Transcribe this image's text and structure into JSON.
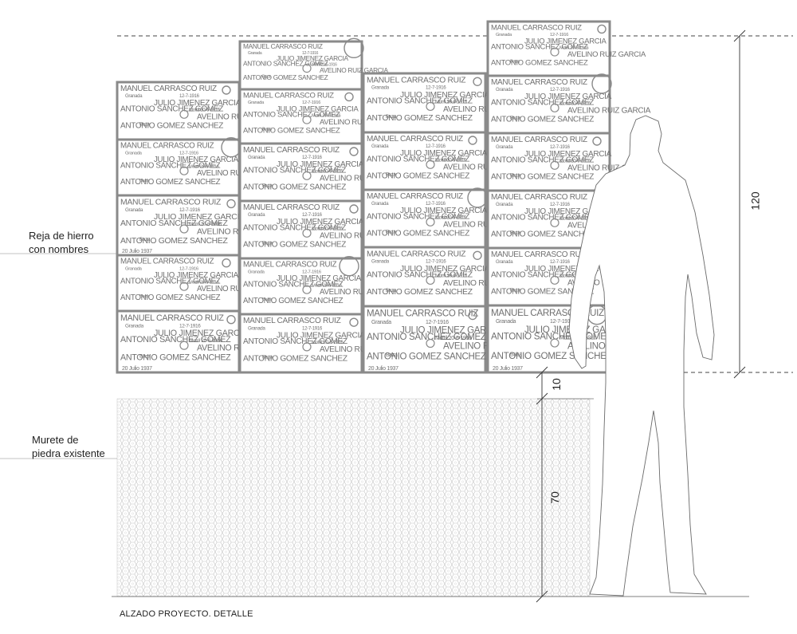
{
  "labels": {
    "grille_line1": "Reja de hierro",
    "grille_line2": "con nombres",
    "wall_line1": "Murete de",
    "wall_line2": "piedra existente"
  },
  "caption": "ALZADO PROYECTO. DETALLE",
  "dimensions": {
    "grille_height": "120",
    "gap": "10",
    "wall_height": "70"
  },
  "panel_text": {
    "name1": "MANUEL CARRASCO RUIZ",
    "place1": "Granada",
    "date1": "12-7-1916",
    "name2": "JULIO JIMENEZ GARCIA",
    "place2": "Motril",
    "date2": "20-6-1916",
    "name3": "ANTONIO SANCHEZ GOMEZ",
    "place3": "Baza",
    "name4": "AVELINO RUIZ GARCIA",
    "date4": "20-6-1916",
    "name5": "ANTONIO GOMEZ SANCHEZ",
    "place5": "Granada",
    "date5": "20-6-1916",
    "memorial": "20 Julio 1937"
  },
  "colors": {
    "grille": "#8a8a8a",
    "panel_text": "#707070",
    "lines": "#555555",
    "stone": "#bdbdbd"
  }
}
